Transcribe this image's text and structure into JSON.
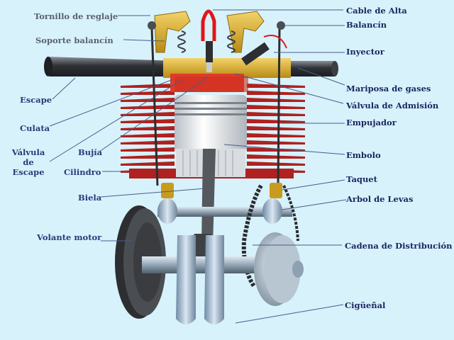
{
  "labels": {
    "tornillo_reglaje": "Tornillo de reglaje",
    "soporte_balancin": "Soporte balancín",
    "escape": "Escape",
    "culata": "Culata",
    "valvula_escape": [
      "Válvula",
      "de",
      "Escape"
    ],
    "bujia": "Bujía",
    "cilindro": "Cilindro",
    "biela": "Biela",
    "volante_motor": "Volante motor",
    "cable_alta": "Cable de Alta",
    "balancin": "Balancín",
    "inyector": "Inyector",
    "mariposa_gases": "Mariposa de gases",
    "valvula_admision": "Válvula de Admisión",
    "empujador": "Empujador",
    "embolo": "Embolo",
    "taquet": "Taquet",
    "arbol_levas": "Arbol de Levas",
    "cadena_distribucion": "Cadena de Distribución",
    "ciguenal": "Cigüeñal"
  },
  "colors": {
    "background": "#d7f2fb",
    "label_text": "#2a3a78",
    "cylinder_fins": "#b0211f",
    "rocker_support": "#d9a51d",
    "spark_cable": "#e0171b",
    "pipes": "#3a3d42",
    "crank_steel": "#9fb6cc"
  }
}
